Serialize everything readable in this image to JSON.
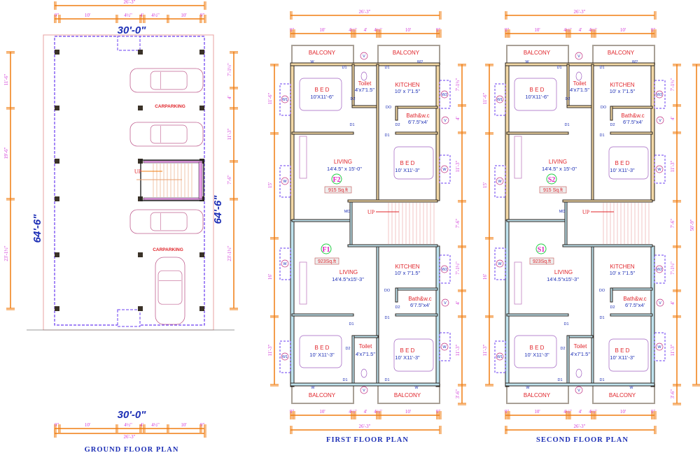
{
  "colors": {
    "dimension_line": "#f07d10",
    "dimension_text": "#d13ad6",
    "room_name": "#e0242a",
    "room_size": "#1d2fb5",
    "wall_upper": "#f3d9a6",
    "wall_lower": "#bfe3ee",
    "plot_boundary": "#e8a0a0",
    "setback": "#6a3cf0"
  },
  "ground_floor": {
    "title": "GROUND FLOOR PLAN",
    "width_top": "30'-0\"",
    "width_bottom": "30'-0\"",
    "length_left": "64'-6\"",
    "length_right": "64'-6\"",
    "overall_top": "26'-3\"",
    "overall_bottom": "26'-3\"",
    "split_dims": [
      "9\"",
      "10'",
      "4½\"",
      "4'",
      "4½\"",
      "10'",
      "9\""
    ],
    "left_dims": [
      "11'-6\"",
      "19'-6\"",
      "23'-1½\""
    ],
    "right_dims": [
      "7'-1½\"",
      "4'",
      "11'-3\"",
      "7'-6\"",
      "23'-1½\""
    ],
    "parking_labels": [
      "CARPARKING",
      "CARPARKING"
    ],
    "stair_label": "UP",
    "cars": 4
  },
  "first_floor": {
    "title": "FIRST FLOOR PLAN",
    "overall_top": "26'-3\"",
    "overall_bottom": "26'-3\"",
    "split_dims": [
      "9\"",
      "10'",
      "4½\"",
      "4'",
      "4½\"",
      "10'",
      "9\""
    ],
    "left_dims": [
      "11'-6\"",
      "15'",
      "16'",
      "11'-3\""
    ],
    "right_dims": [
      "7'-1½\"",
      "4'",
      "11'-3\"",
      "7'-6\"",
      "7'-1½\"",
      "4'",
      "11'-3\"",
      "3'-6\""
    ],
    "upper_unit": {
      "id": "F2",
      "area": "915 Sq.ft",
      "balcony_left": "BALCONY",
      "balcony_right": "BALCONY",
      "bed1": "B E D",
      "bed1_size": "10'X11'-6\"",
      "toilet": "Toilet",
      "toilet_size": "4'x7'1.5\"",
      "kitchen": "KITCHEN",
      "kitchen_size": "10' x 7'1.5\"",
      "bath": "Bath&w.c",
      "bath_size": "6'7.5\"x4'",
      "living": "LIVING",
      "living_size": "14'4.5\" x 15'-0\"",
      "bed2": "B E D",
      "bed2_size": "10' X11'-3\""
    },
    "lower_unit": {
      "id": "F1",
      "area": "923Sq.ft",
      "balcony_left": "BALCONY",
      "balcony_right": "BALCONY",
      "living": "LIVING",
      "living_size": "14'4.5\"x15'-3\"",
      "kitchen": "KITCHEN",
      "kitchen_size": "10' x 7'1.5\"",
      "bath": "Bath&w.c",
      "bath_size": "6'7.5\"x4'",
      "bed1": "B E D",
      "bed1_size": "10' X11'-3\"",
      "toilet": "Toilet",
      "toilet_size": "4'x7'1.5\"",
      "bed2": "B E D",
      "bed2_size": "10' X11'-3\""
    },
    "stair_label": "UP",
    "doors": {
      "d1": "D1",
      "d2": "D2",
      "do": "DO",
      "md": "MD",
      "w": "W",
      "w1": "W1",
      "w2": "W2",
      "v": "V"
    }
  },
  "second_floor": {
    "title": "SECOND FLOOR PLAN",
    "overall_top": "26'-3\"",
    "overall_bottom": "26'-3\"",
    "split_dims": [
      "9\"",
      "10'",
      "4½\"",
      "4'",
      "4½\"",
      "10'",
      "9\""
    ],
    "left_dims": [
      "11'-6\"",
      "15'",
      "16'",
      "11'-3\""
    ],
    "right_dims": [
      "7'-1½\"",
      "4'",
      "11'-3\"",
      "7'-6\"",
      "7'-1½\"",
      "4'",
      "11'-3\"",
      "3'-6\""
    ],
    "overall_right": "50'-9\"",
    "upper_unit": {
      "id": "S2",
      "area": "915 Sq.ft",
      "balcony_left": "BALCONY",
      "balcony_right": "BALCONY",
      "bed1": "B E D",
      "bed1_size": "10'X11'-6\"",
      "toilet": "Toilet",
      "toilet_size": "4'x7'1.5\"",
      "kitchen": "KITCHEN",
      "kitchen_size": "10' x 7'1.5\"",
      "bath": "Bath&w.c",
      "bath_size": "6'7.5\"x4'",
      "living": "LIVING",
      "living_size": "14'4.5\" x 15'-0\"",
      "bed2": "B E D",
      "bed2_size": "10' X11'-3\""
    },
    "lower_unit": {
      "id": "S1",
      "area": "923Sq.ft",
      "balcony_left": "BALCONY",
      "balcony_right": "BALCONY",
      "living": "LIVING",
      "living_size": "14'4.5\"x15'-3\"",
      "kitchen": "KITCHEN",
      "kitchen_size": "10' x 7'1.5\"",
      "bath": "Bath&w.c",
      "bath_size": "6'7.5\"x4'",
      "bed1": "B E D",
      "bed1_size": "10' X11'-3\"",
      "toilet": "Toilet",
      "toilet_size": "4'x7'1.5\"",
      "bed2": "B E D",
      "bed2_size": "10' X11'-3\""
    },
    "stair_label": "UP",
    "doors": {
      "d1": "D1",
      "d2": "D2",
      "do": "DO",
      "md": "MD",
      "w": "W",
      "w1": "W1",
      "w2": "W2",
      "v": "V"
    }
  }
}
